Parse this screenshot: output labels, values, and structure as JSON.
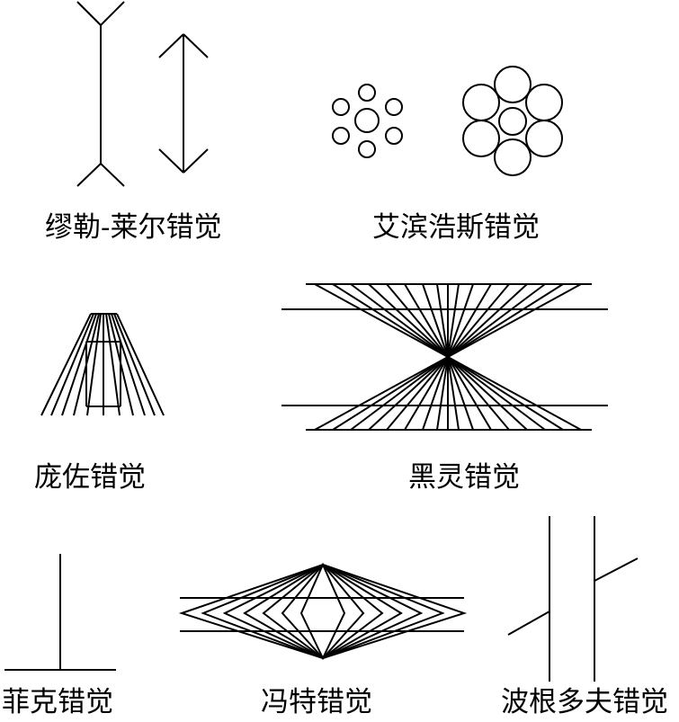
{
  "colors": {
    "ink": "#000000",
    "paper": "#ffffff"
  },
  "illusions": [
    {
      "id": "muller-lyer",
      "label": "缪勒-莱尔错觉"
    },
    {
      "id": "ebbinghaus",
      "label": "艾滨浩斯错觉"
    },
    {
      "id": "ponzo",
      "label": "庞佐错觉"
    },
    {
      "id": "hering",
      "label": "黑灵错觉"
    },
    {
      "id": "fick",
      "label": "菲克错觉"
    },
    {
      "id": "wundt",
      "label": "冯特错觉"
    },
    {
      "id": "poggendorff",
      "label": "波根多夫错觉"
    }
  ]
}
